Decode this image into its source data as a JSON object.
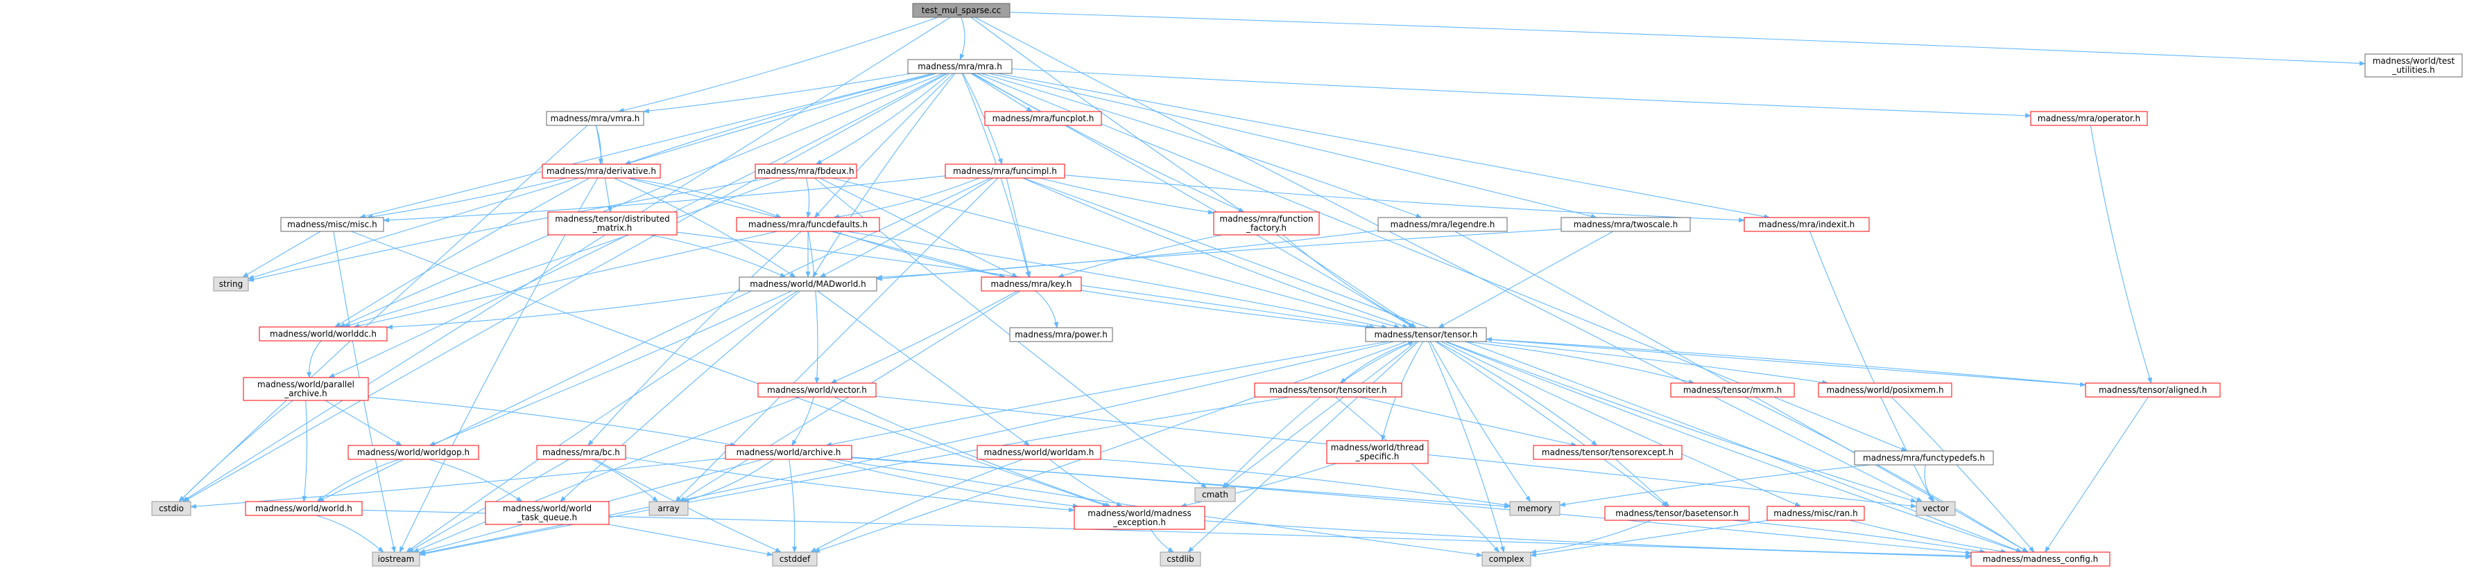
{
  "graph": {
    "root": "test_mul_sparse.cc",
    "colors": {
      "root_fill": "#a0a0a0",
      "internal_border": "#ff0000",
      "plain_border": "#666666",
      "system_fill": "#e0e0e0",
      "system_border": "#999999",
      "edge": "#63b8ff",
      "text": "#000000"
    },
    "nodes": [
      {
        "id": "root",
        "label": [
          "test_mul_sparse.cc"
        ],
        "kind": "root"
      },
      {
        "id": "mra",
        "label": [
          "madness/mra/mra.h"
        ],
        "kind": "plain"
      },
      {
        "id": "wtu",
        "label": [
          "madness/world/test",
          "_utilities.h"
        ],
        "kind": "plain"
      },
      {
        "id": "vmra",
        "label": [
          "madness/mra/vmra.h"
        ],
        "kind": "plain"
      },
      {
        "id": "funcplot",
        "label": [
          "madness/mra/funcplot.h"
        ],
        "kind": "internal"
      },
      {
        "id": "operator",
        "label": [
          "madness/mra/operator.h"
        ],
        "kind": "internal"
      },
      {
        "id": "deriv",
        "label": [
          "madness/mra/derivative.h"
        ],
        "kind": "internal"
      },
      {
        "id": "fbdeux",
        "label": [
          "madness/mra/fbdeux.h"
        ],
        "kind": "internal"
      },
      {
        "id": "funcimpl",
        "label": [
          "madness/mra/funcimpl.h"
        ],
        "kind": "internal"
      },
      {
        "id": "misc",
        "label": [
          "madness/misc/misc.h"
        ],
        "kind": "plain"
      },
      {
        "id": "distmat",
        "label": [
          "madness/tensor/distributed",
          "_matrix.h"
        ],
        "kind": "internal"
      },
      {
        "id": "funcdef",
        "label": [
          "madness/mra/funcdefaults.h"
        ],
        "kind": "internal"
      },
      {
        "id": "funcfact",
        "label": [
          "madness/mra/function",
          "_factory.h"
        ],
        "kind": "internal"
      },
      {
        "id": "legendre",
        "label": [
          "madness/mra/legendre.h"
        ],
        "kind": "plain"
      },
      {
        "id": "twoscale",
        "label": [
          "madness/mra/twoscale.h"
        ],
        "kind": "plain"
      },
      {
        "id": "indexit",
        "label": [
          "madness/mra/indexit.h"
        ],
        "kind": "internal"
      },
      {
        "id": "string",
        "label": [
          "string"
        ],
        "kind": "system"
      },
      {
        "id": "madworld",
        "label": [
          "madness/world/MADworld.h"
        ],
        "kind": "plain"
      },
      {
        "id": "key",
        "label": [
          "madness/mra/key.h"
        ],
        "kind": "internal"
      },
      {
        "id": "worlddc",
        "label": [
          "madness/world/worlddc.h"
        ],
        "kind": "internal"
      },
      {
        "id": "power",
        "label": [
          "madness/mra/power.h"
        ],
        "kind": "plain"
      },
      {
        "id": "tensor",
        "label": [
          "madness/tensor/tensor.h"
        ],
        "kind": "plain"
      },
      {
        "id": "parch",
        "label": [
          "madness/world/parallel",
          "_archive.h"
        ],
        "kind": "internal"
      },
      {
        "id": "vector_h",
        "label": [
          "madness/world/vector.h"
        ],
        "kind": "internal"
      },
      {
        "id": "tensoriter",
        "label": [
          "madness/tensor/tensoriter.h"
        ],
        "kind": "internal"
      },
      {
        "id": "mxm",
        "label": [
          "madness/tensor/mxm.h"
        ],
        "kind": "internal"
      },
      {
        "id": "posixmem",
        "label": [
          "madness/world/posixmem.h"
        ],
        "kind": "internal"
      },
      {
        "id": "aligned",
        "label": [
          "madness/tensor/aligned.h"
        ],
        "kind": "internal"
      },
      {
        "id": "worldgop",
        "label": [
          "madness/world/worldgop.h"
        ],
        "kind": "internal"
      },
      {
        "id": "bc",
        "label": [
          "madness/mra/bc.h"
        ],
        "kind": "internal"
      },
      {
        "id": "archive",
        "label": [
          "madness/world/archive.h"
        ],
        "kind": "internal"
      },
      {
        "id": "worldam",
        "label": [
          "madness/world/worldam.h"
        ],
        "kind": "internal"
      },
      {
        "id": "threadspec",
        "label": [
          "madness/world/thread",
          "_specific.h"
        ],
        "kind": "internal"
      },
      {
        "id": "tensorexc",
        "label": [
          "madness/tensor/tensorexcept.h"
        ],
        "kind": "internal"
      },
      {
        "id": "functypedefs",
        "label": [
          "madness/mra/functypedefs.h"
        ],
        "kind": "plain"
      },
      {
        "id": "cmath",
        "label": [
          "cmath"
        ],
        "kind": "system"
      },
      {
        "id": "world_h",
        "label": [
          "madness/world/world.h"
        ],
        "kind": "internal"
      },
      {
        "id": "wtq",
        "label": [
          "madness/world/world",
          "_task_queue.h"
        ],
        "kind": "internal"
      },
      {
        "id": "cstdio",
        "label": [
          "cstdio"
        ],
        "kind": "system"
      },
      {
        "id": "array",
        "label": [
          "array"
        ],
        "kind": "system"
      },
      {
        "id": "madexc",
        "label": [
          "madness/world/madness",
          "_exception.h"
        ],
        "kind": "internal"
      },
      {
        "id": "memory",
        "label": [
          "memory"
        ],
        "kind": "system"
      },
      {
        "id": "basetensor",
        "label": [
          "madness/tensor/basetensor.h"
        ],
        "kind": "internal"
      },
      {
        "id": "vector",
        "label": [
          "vector"
        ],
        "kind": "system"
      },
      {
        "id": "ran",
        "label": [
          "madness/misc/ran.h"
        ],
        "kind": "internal"
      },
      {
        "id": "iostream",
        "label": [
          "iostream"
        ],
        "kind": "system"
      },
      {
        "id": "cstddef",
        "label": [
          "cstddef"
        ],
        "kind": "system"
      },
      {
        "id": "cstdlib",
        "label": [
          "cstdlib"
        ],
        "kind": "system"
      },
      {
        "id": "complex",
        "label": [
          "complex"
        ],
        "kind": "system"
      },
      {
        "id": "config",
        "label": [
          "madness/madness_config.h"
        ],
        "kind": "internal"
      }
    ],
    "edges": [
      [
        "root",
        "mra"
      ],
      [
        "root",
        "wtu"
      ],
      [
        "root",
        "cstdio"
      ],
      [
        "root",
        "vector"
      ],
      [
        "root",
        "tensor"
      ],
      [
        "root",
        "vmra"
      ],
      [
        "mra",
        "vmra"
      ],
      [
        "mra",
        "funcplot"
      ],
      [
        "mra",
        "operator"
      ],
      [
        "mra",
        "deriv"
      ],
      [
        "mra",
        "fbdeux"
      ],
      [
        "mra",
        "funcimpl"
      ],
      [
        "mra",
        "misc"
      ],
      [
        "mra",
        "funcdef"
      ],
      [
        "mra",
        "funcfact"
      ],
      [
        "mra",
        "legendre"
      ],
      [
        "mra",
        "twoscale"
      ],
      [
        "mra",
        "indexit"
      ],
      [
        "mra",
        "string"
      ],
      [
        "mra",
        "madworld"
      ],
      [
        "mra",
        "key"
      ],
      [
        "mra",
        "tensor"
      ],
      [
        "mra",
        "functypedefs"
      ],
      [
        "mra",
        "cstdio"
      ],
      [
        "mra",
        "worlddc"
      ],
      [
        "mra",
        "parch"
      ],
      [
        "vmra",
        "deriv"
      ],
      [
        "vmra",
        "distmat"
      ],
      [
        "vmra",
        "cstdio"
      ],
      [
        "operator",
        "aligned"
      ],
      [
        "deriv",
        "funcdef"
      ],
      [
        "deriv",
        "misc"
      ],
      [
        "deriv",
        "key"
      ],
      [
        "deriv",
        "worlddc"
      ],
      [
        "deriv",
        "iostream"
      ],
      [
        "deriv",
        "madworld"
      ],
      [
        "fbdeux",
        "funcdef"
      ],
      [
        "fbdeux",
        "key"
      ],
      [
        "fbdeux",
        "cmath"
      ],
      [
        "fbdeux",
        "string"
      ],
      [
        "fbdeux",
        "worlddc"
      ],
      [
        "fbdeux",
        "tensor"
      ],
      [
        "funcimpl",
        "key"
      ],
      [
        "funcimpl",
        "funcfact"
      ],
      [
        "funcimpl",
        "indexit"
      ],
      [
        "funcimpl",
        "funcdef"
      ],
      [
        "funcimpl",
        "madworld"
      ],
      [
        "funcimpl",
        "array"
      ],
      [
        "funcimpl",
        "world_h"
      ],
      [
        "funcimpl",
        "tensor"
      ],
      [
        "funcimpl",
        "misc"
      ],
      [
        "funcimpl",
        "config"
      ],
      [
        "misc",
        "string"
      ],
      [
        "misc",
        "iostream"
      ],
      [
        "misc",
        "madexc"
      ],
      [
        "distmat",
        "madworld"
      ],
      [
        "distmat",
        "tensor"
      ],
      [
        "funcdef",
        "madworld"
      ],
      [
        "funcdef",
        "key"
      ],
      [
        "funcdef",
        "bc"
      ],
      [
        "funcdef",
        "vector_h"
      ],
      [
        "funcdef",
        "tensor"
      ],
      [
        "funcdef",
        "worlddc"
      ],
      [
        "funcfact",
        "key"
      ],
      [
        "funcfact",
        "tensor"
      ],
      [
        "legendre",
        "madworld"
      ],
      [
        "legendre",
        "config"
      ],
      [
        "twoscale",
        "tensor"
      ],
      [
        "twoscale",
        "madworld"
      ],
      [
        "indexit",
        "vector"
      ],
      [
        "madworld",
        "worlddc"
      ],
      [
        "madworld",
        "worldgop"
      ],
      [
        "madworld",
        "worldam"
      ],
      [
        "madworld",
        "wtq"
      ],
      [
        "madworld",
        "iostream"
      ],
      [
        "key",
        "power"
      ],
      [
        "key",
        "vector_h"
      ],
      [
        "key",
        "array"
      ],
      [
        "key",
        "tensor"
      ],
      [
        "worlddc",
        "parch"
      ],
      [
        "parch",
        "archive"
      ],
      [
        "parch",
        "world_h"
      ],
      [
        "parch",
        "worldgop"
      ],
      [
        "parch",
        "cstdio"
      ],
      [
        "tensor",
        "tensoriter"
      ],
      [
        "tensor",
        "mxm"
      ],
      [
        "tensor",
        "posixmem"
      ],
      [
        "tensor",
        "aligned"
      ],
      [
        "tensor",
        "archive"
      ],
      [
        "tensor",
        "threadspec"
      ],
      [
        "tensor",
        "tensorexc"
      ],
      [
        "tensor",
        "basetensor"
      ],
      [
        "tensor",
        "cmath"
      ],
      [
        "tensor",
        "memory"
      ],
      [
        "tensor",
        "vector"
      ],
      [
        "tensor",
        "complex"
      ],
      [
        "tensor",
        "cstddef"
      ],
      [
        "tensor",
        "cstdlib"
      ],
      [
        "tensor",
        "ran"
      ],
      [
        "tensor",
        "config"
      ],
      [
        "tensor",
        "iostream"
      ],
      [
        "tensoriter",
        "tensor"
      ],
      [
        "tensoriter",
        "tensorexc"
      ],
      [
        "tensoriter",
        "cmath"
      ],
      [
        "tensoriter",
        "iostream"
      ],
      [
        "tensoriter",
        "complex"
      ],
      [
        "vector_h",
        "archive"
      ],
      [
        "vector_h",
        "vector"
      ],
      [
        "vector_h",
        "iostream"
      ],
      [
        "vector_h",
        "madexc"
      ],
      [
        "mxm",
        "config"
      ],
      [
        "posixmem",
        "config"
      ],
      [
        "aligned",
        "config"
      ],
      [
        "aligned",
        "tensor"
      ],
      [
        "worldgop",
        "world_h"
      ],
      [
        "worldgop",
        "wtq"
      ],
      [
        "bc",
        "array"
      ],
      [
        "bc",
        "iostream"
      ],
      [
        "bc",
        "cstddef"
      ],
      [
        "bc",
        "madexc"
      ],
      [
        "archive",
        "array"
      ],
      [
        "archive",
        "cstddef"
      ],
      [
        "archive",
        "iostream"
      ],
      [
        "archive",
        "complex"
      ],
      [
        "archive",
        "madexc"
      ],
      [
        "archive",
        "config"
      ],
      [
        "archive",
        "cstdio"
      ],
      [
        "archive",
        "memory"
      ],
      [
        "worldam",
        "madexc"
      ],
      [
        "worldam",
        "cstddef"
      ],
      [
        "worldam",
        "memory"
      ],
      [
        "threadspec",
        "madexc"
      ],
      [
        "tensorexc",
        "basetensor"
      ],
      [
        "functypedefs",
        "memory"
      ],
      [
        "functypedefs",
        "vector"
      ],
      [
        "world_h",
        "iostream"
      ],
      [
        "world_h",
        "config"
      ],
      [
        "wtq",
        "cstddef"
      ],
      [
        "madexc",
        "cstdlib"
      ],
      [
        "madexc",
        "config"
      ],
      [
        "basetensor",
        "complex"
      ],
      [
        "basetensor",
        "config"
      ],
      [
        "ran",
        "complex"
      ],
      [
        "ran",
        "config"
      ]
    ]
  }
}
